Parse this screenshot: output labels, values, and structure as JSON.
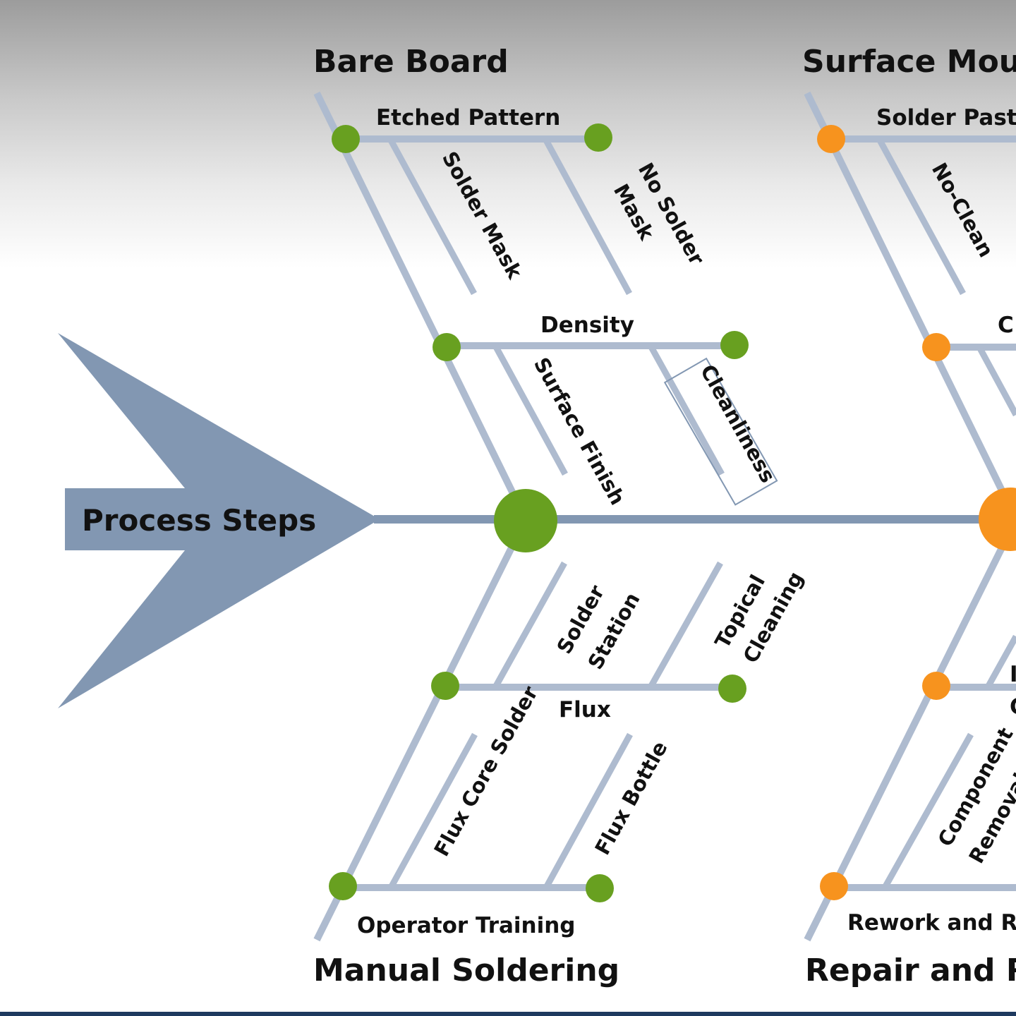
{
  "head": {
    "label": "Process Steps"
  },
  "categories": {
    "bare_board": "Bare Board",
    "surface_mount": "Surface Mour",
    "manual_soldering": "Manual Soldering",
    "repair": "Repair and Re"
  },
  "branches": {
    "etched_pattern": "Etched Pattern",
    "density": "Density",
    "solder_paste": "Solder Paste",
    "surface_c": "C",
    "flux": "Flux",
    "operator_training": "Operator Training",
    "rework": "Rework and Re",
    "repair_upper_a": "I",
    "repair_upper_b": "C"
  },
  "leaves": {
    "solder_mask": "Solder Mask",
    "no_solder_mask_1": "No Solder",
    "no_solder_mask_2": "Mask",
    "surface_finish": "Surface Finish",
    "cleanliness": "Cleanliness",
    "no_clean": "No-Clean",
    "solder_station_1": "Solder",
    "solder_station_2": "Station",
    "topical_cleaning_1": "Topical",
    "topical_cleaning_2": "Cleaning",
    "flux_core_solder": "Flux Core Solder",
    "flux_bottle": "Flux Bottle",
    "component_removal_1": "Component",
    "component_removal_2": "Removal"
  },
  "colors": {
    "bone": "#aebbcf",
    "spine": "#8297b2",
    "head_arrow": "#8297b2",
    "green_node": "#68a020",
    "orange_node": "#f7931e",
    "bottom_bar": "#1e3a5f"
  }
}
